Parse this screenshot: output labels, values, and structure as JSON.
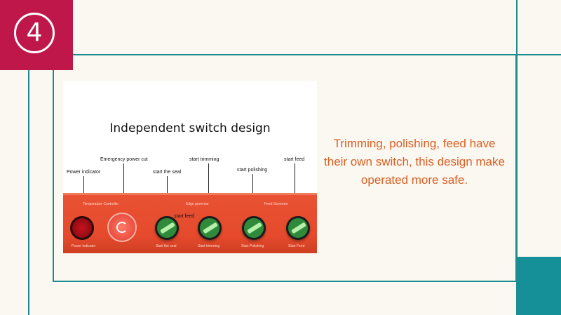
{
  "badge": {
    "number": "4"
  },
  "photo": {
    "title": "Independent switch design",
    "callouts": {
      "power_indicator": "Power indicator",
      "emergency": "Emergency power cut",
      "start_seal": "start the seal",
      "start_trimming": "start trimming",
      "start_polishing": "start polishing",
      "start_feed_top": "start feed",
      "start_feed_bottom": "start feed"
    },
    "panel_labels": {
      "temperature_controller": "Temperature Controller",
      "edge_governor": "Edge governor",
      "feed_governor": "Feed Governor",
      "power_indicator": "Power indicator",
      "start_the_seal": "Start the seal",
      "start_trimming": "Start trimming",
      "start_polishing": "Start Polishing",
      "start_feed": "Start Feed"
    }
  },
  "description": "Trimming, polishing, feed have their own switch, this design make operated more safe.",
  "colors": {
    "teal": "#1e8c91",
    "badge": "#c0174b",
    "text_accent": "#d95f24",
    "panel": "#e64a2d"
  },
  "icons": [
    "circled-number-4-icon",
    "emergency-stop-icon",
    "power-indicator-light",
    "green-switch"
  ]
}
